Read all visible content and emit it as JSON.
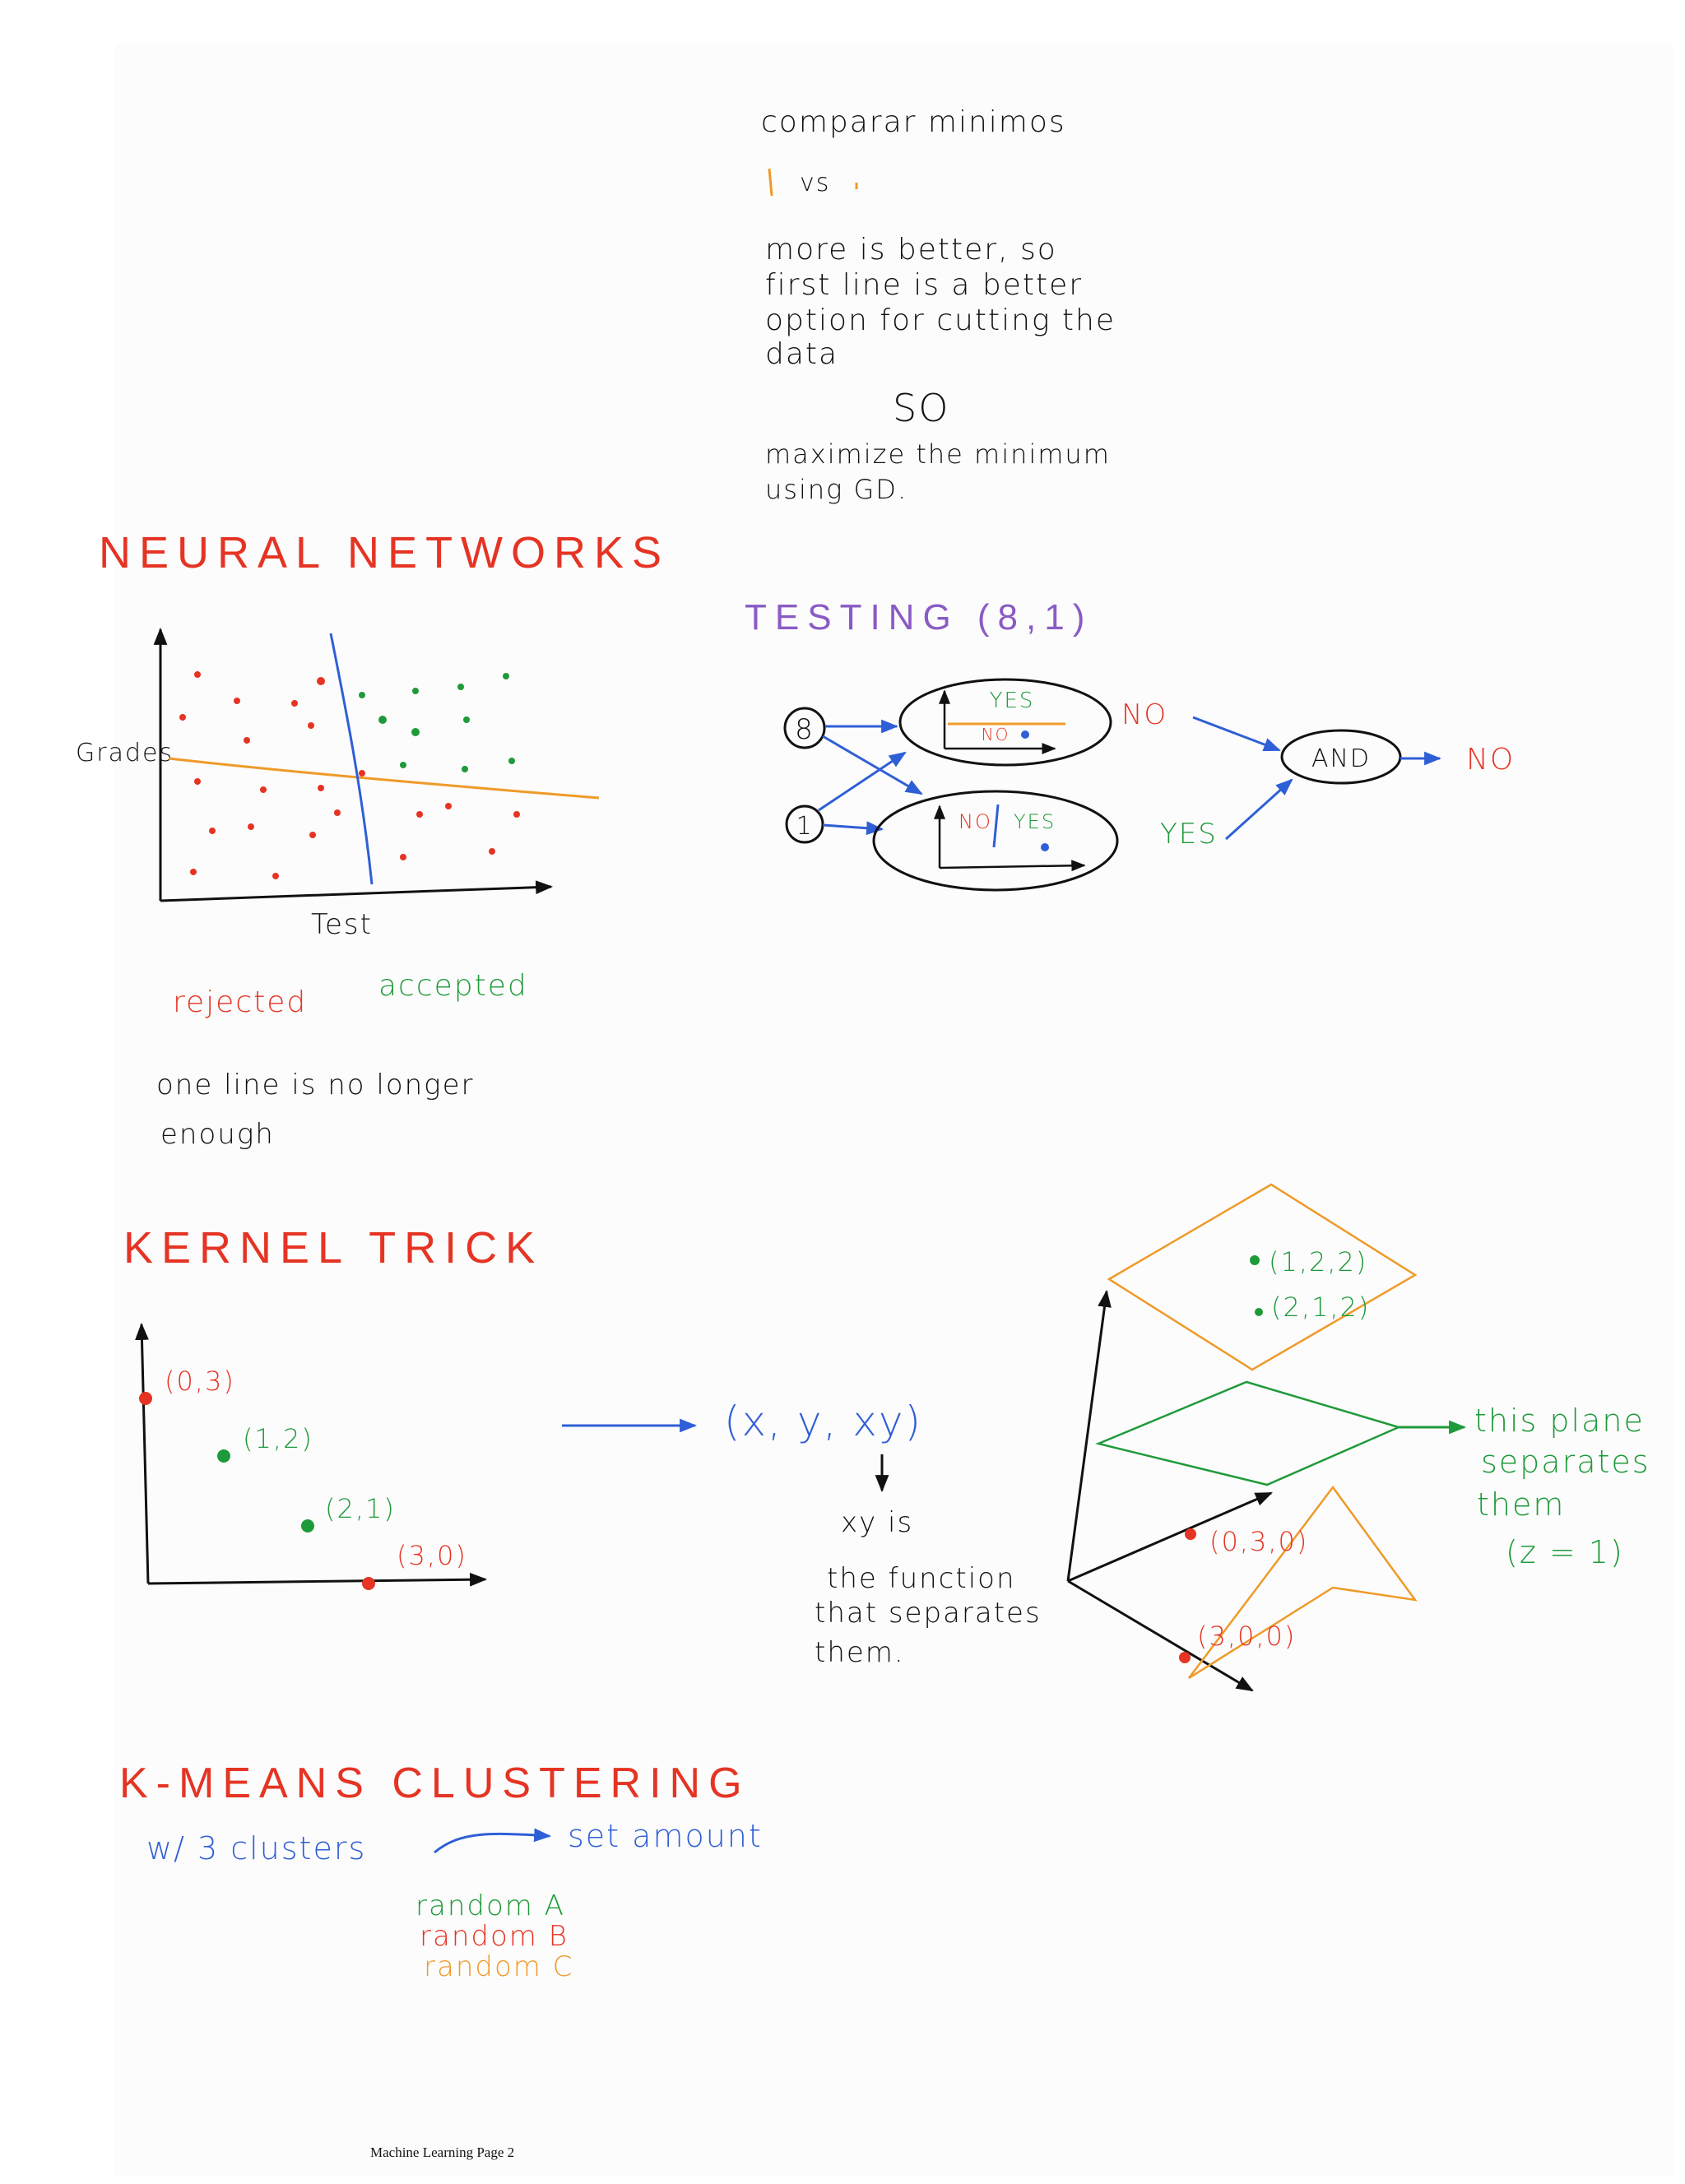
{
  "colors": {
    "ink": "#111111",
    "red": "#e53424",
    "green": "#1f9a3a",
    "blue": "#2f5fd6",
    "orange": "#ef9a28",
    "purple": "#8a5bc4"
  },
  "top_notes": {
    "title": "comparar minimos",
    "vs": "vs",
    "line1": "more is better, so",
    "line2": "first line is a better",
    "line3": "option for cutting the",
    "line4": "data",
    "so": "SO",
    "line5": "maximize the minimum",
    "line6": "using GD."
  },
  "neural_networks": {
    "heading": "NEURAL NETWORKS",
    "y_label": "Grades",
    "x_label": "Test",
    "legend_rejected": "rejected",
    "legend_accepted": "accepted",
    "note1": "one line is no longer",
    "note2": "enough"
  },
  "testing": {
    "heading": "TESTING (8,1)",
    "input_top": "8",
    "input_bottom": "1",
    "top_yes": "YES",
    "top_no": "NO",
    "bottom_no": "NO",
    "bottom_yes": "YES",
    "out_top": "NO",
    "out_bottom": "YES",
    "and": "AND",
    "final": "NO"
  },
  "kernel_trick": {
    "heading": "KERNEL TRICK",
    "p1": "(0,3)",
    "p2": "(1,2)",
    "p3": "(2,1)",
    "p4": "(3,0)",
    "transform": "(x, y, xy)",
    "note1": "xy is",
    "note2": "the function",
    "note3": "that separates",
    "note4": "them.",
    "q1": "(1,2,2)",
    "q2": "(2,1,2)",
    "q3": "(0,3,0)",
    "q4": "(3,0,0)",
    "plane1": "this plane",
    "plane2": "separates",
    "plane3": "them",
    "plane4": "(z = 1)"
  },
  "kmeans": {
    "heading": "K-MEANS CLUSTERING",
    "sub": "w/ 3 clusters",
    "sub2": "set amount",
    "ra": "random A",
    "rb": "random B",
    "rc": "random C"
  },
  "footer": "Machine Learning Page 2"
}
